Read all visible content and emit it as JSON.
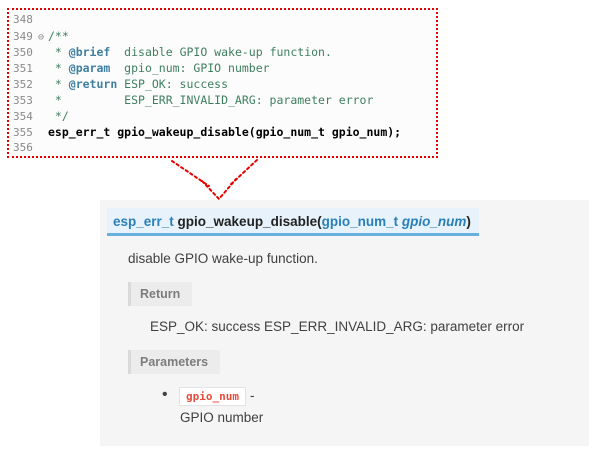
{
  "colors": {
    "highlight_red": "#e60000",
    "editor_background": "#fcfcfc",
    "line_number": "#8a8a8a",
    "comment_green": "#3f7f5f",
    "doc_tag": "#3f7f9f",
    "code_black": "#000000",
    "panel_background": "#f5f5f5",
    "signature_background": "#e7f2fa",
    "signature_border": "#6ab0de",
    "signature_blue": "#2980b9",
    "body_text": "#404040",
    "rubric_background": "#ececec",
    "rubric_border": "#d9d9d9",
    "rubric_text": "#7d7d7d",
    "param_code_red": "#e74c3c",
    "param_code_border": "#e1e4e5"
  },
  "code_editor": {
    "lines": [
      {
        "number": "348",
        "fold": "",
        "segments": []
      },
      {
        "number": "349",
        "fold": "⊖",
        "segments": [
          {
            "c": "comment",
            "t": "/**"
          }
        ]
      },
      {
        "number": "350",
        "fold": "",
        "segments": [
          {
            "c": "comment",
            "t": " * "
          },
          {
            "c": "tag",
            "t": "@brief"
          },
          {
            "c": "comment",
            "t": "  disable GPIO wake-up function."
          }
        ]
      },
      {
        "number": "351",
        "fold": "",
        "segments": [
          {
            "c": "comment",
            "t": " * "
          },
          {
            "c": "tag",
            "t": "@param"
          },
          {
            "c": "comment",
            "t": "  gpio_num: GPIO number"
          }
        ]
      },
      {
        "number": "352",
        "fold": "",
        "segments": [
          {
            "c": "comment",
            "t": " * "
          },
          {
            "c": "tag",
            "t": "@return"
          },
          {
            "c": "comment",
            "t": " ESP_OK: success"
          }
        ]
      },
      {
        "number": "353",
        "fold": "",
        "segments": [
          {
            "c": "comment",
            "t": " *         ESP_ERR_INVALID_ARG: parameter error"
          }
        ]
      },
      {
        "number": "354",
        "fold": "",
        "segments": [
          {
            "c": "comment",
            "t": " */"
          }
        ]
      },
      {
        "number": "355",
        "fold": "",
        "segments": [
          {
            "c": "code",
            "t": "esp_err_t gpio_wakeup_disable(gpio_num_t gpio_num);"
          }
        ]
      },
      {
        "number": "356",
        "fold": "",
        "segments": []
      }
    ]
  },
  "doc": {
    "signature": {
      "return_type": "esp_err_t ",
      "name": "gpio_wakeup_disable",
      "open_paren": "(",
      "param_type": "gpio_num_t ",
      "param_name": "gpio_num",
      "close_paren": ")"
    },
    "brief": "disable GPIO wake-up function.",
    "return_label": "Return",
    "return_text": "ESP_OK: success ESP_ERR_INVALID_ARG: parameter error",
    "parameters_label": "Parameters",
    "parameter": {
      "name": "gpio_num",
      "separator": "-",
      "description": "GPIO number"
    }
  }
}
